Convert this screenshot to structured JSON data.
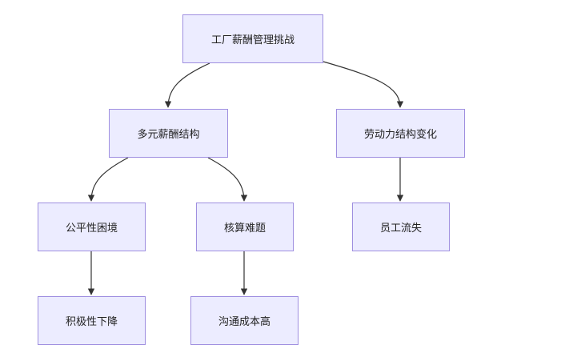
{
  "diagram": {
    "nodes": {
      "root": "工厂薪酬管理挑战",
      "a": "多元薪酬结构",
      "b": "劳动力结构变化",
      "a1": "公平性困境",
      "a2": "核算难题",
      "b1": "员工流失",
      "a1a": "积极性下降",
      "a2a": "沟通成本高"
    },
    "edges": [
      [
        "root",
        "a"
      ],
      [
        "root",
        "b"
      ],
      [
        "a",
        "a1"
      ],
      [
        "a",
        "a2"
      ],
      [
        "b",
        "b1"
      ],
      [
        "a1",
        "a1a"
      ],
      [
        "a2",
        "a2a"
      ]
    ],
    "colors": {
      "node_fill": "#ececff",
      "node_border": "#9f8fe0",
      "edge": "#333333"
    }
  }
}
